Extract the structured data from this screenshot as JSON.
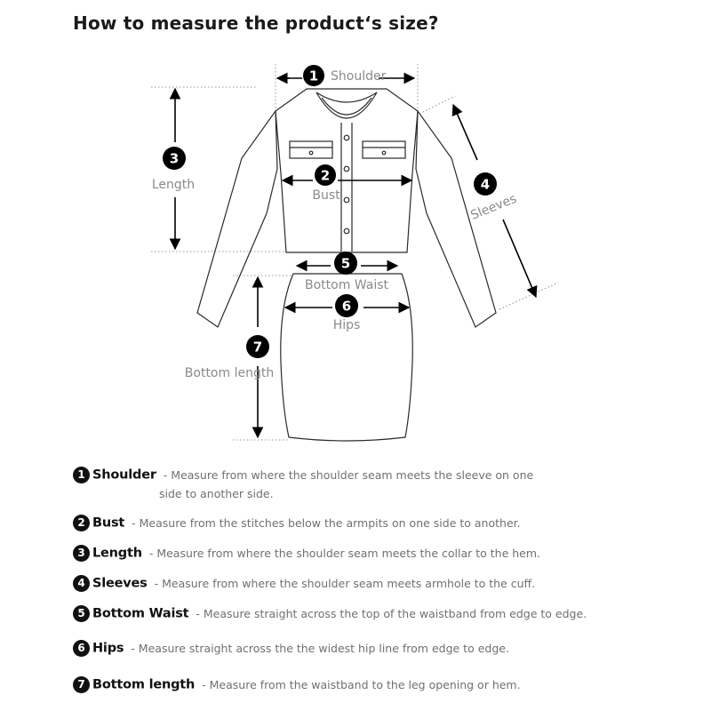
{
  "title": "How to measure the product‘s size?",
  "diagram": {
    "labels": {
      "shoulder": "Shoulder",
      "bust": "Bust",
      "length": "Length",
      "sleeves": "Sleeves",
      "bottom_waist": "Bottom Waist",
      "hips": "Hips",
      "bottom_length": "Bottom length"
    },
    "numbers": {
      "shoulder": "1",
      "bust": "2",
      "length": "3",
      "sleeves": "4",
      "bottom_waist": "5",
      "hips": "6",
      "bottom_length": "7"
    }
  },
  "legend": [
    {
      "num": "1",
      "term": "Shoulder",
      "desc": "- Measure from where the shoulder seam meets the sleeve on one",
      "desc2": "side to another side."
    },
    {
      "num": "2",
      "term": "Bust",
      "desc": "- Measure from the stitches below the armpits on one side to another."
    },
    {
      "num": "3",
      "term": "Length",
      "desc": "- Measure from where the shoulder seam meets the collar to the hem."
    },
    {
      "num": "4",
      "term": "Sleeves",
      "desc": "- Measure from where the shoulder seam meets armhole to the cuff."
    },
    {
      "num": "5",
      "term": "Bottom Waist",
      "desc": "- Measure straight across the top of the waistband from edge to edge."
    },
    {
      "num": "6",
      "term": "Hips",
      "desc": "- Measure straight across the the widest hip line from edge to edge."
    },
    {
      "num": "7",
      "term": "Bottom length",
      "desc": "- Measure from the waistband to the leg opening or hem."
    }
  ]
}
